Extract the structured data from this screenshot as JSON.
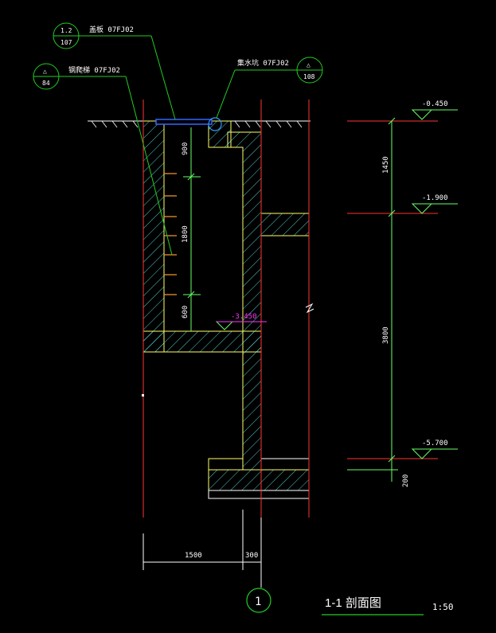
{
  "callouts": {
    "cover": {
      "top": "1.2",
      "bottom": "107",
      "label": "盖板 07FJ02"
    },
    "ladder": {
      "top": "△",
      "bottom": "84",
      "label": "钢爬梯 07FJ02"
    },
    "drain": {
      "top": "△",
      "bottom": "108",
      "label": "集水坑 07FJ02"
    }
  },
  "levels": {
    "top": "-0.450",
    "mid": "-1.900",
    "bottom": "-5.700",
    "pit_bottom": "-3.450"
  },
  "dims_vertical": {
    "d1450": "1450",
    "d3800": "3800",
    "d200": "200",
    "d900": "900",
    "d1800": "1800",
    "d600": "600"
  },
  "dims_horizontal": {
    "d1500": "1500",
    "d300": "300"
  },
  "axis": {
    "label": "1"
  },
  "title": {
    "name": "1-1  剖面图",
    "scale": "1:50"
  },
  "colors": {
    "background": "#000000",
    "wall_outline": "#ffff66",
    "hatch": "#66ffff",
    "axis_line": "#ff3333",
    "dimension": "#66ff66",
    "callout": "#22cc22",
    "text": "#ffffff",
    "level_text": "#ff33ff"
  }
}
